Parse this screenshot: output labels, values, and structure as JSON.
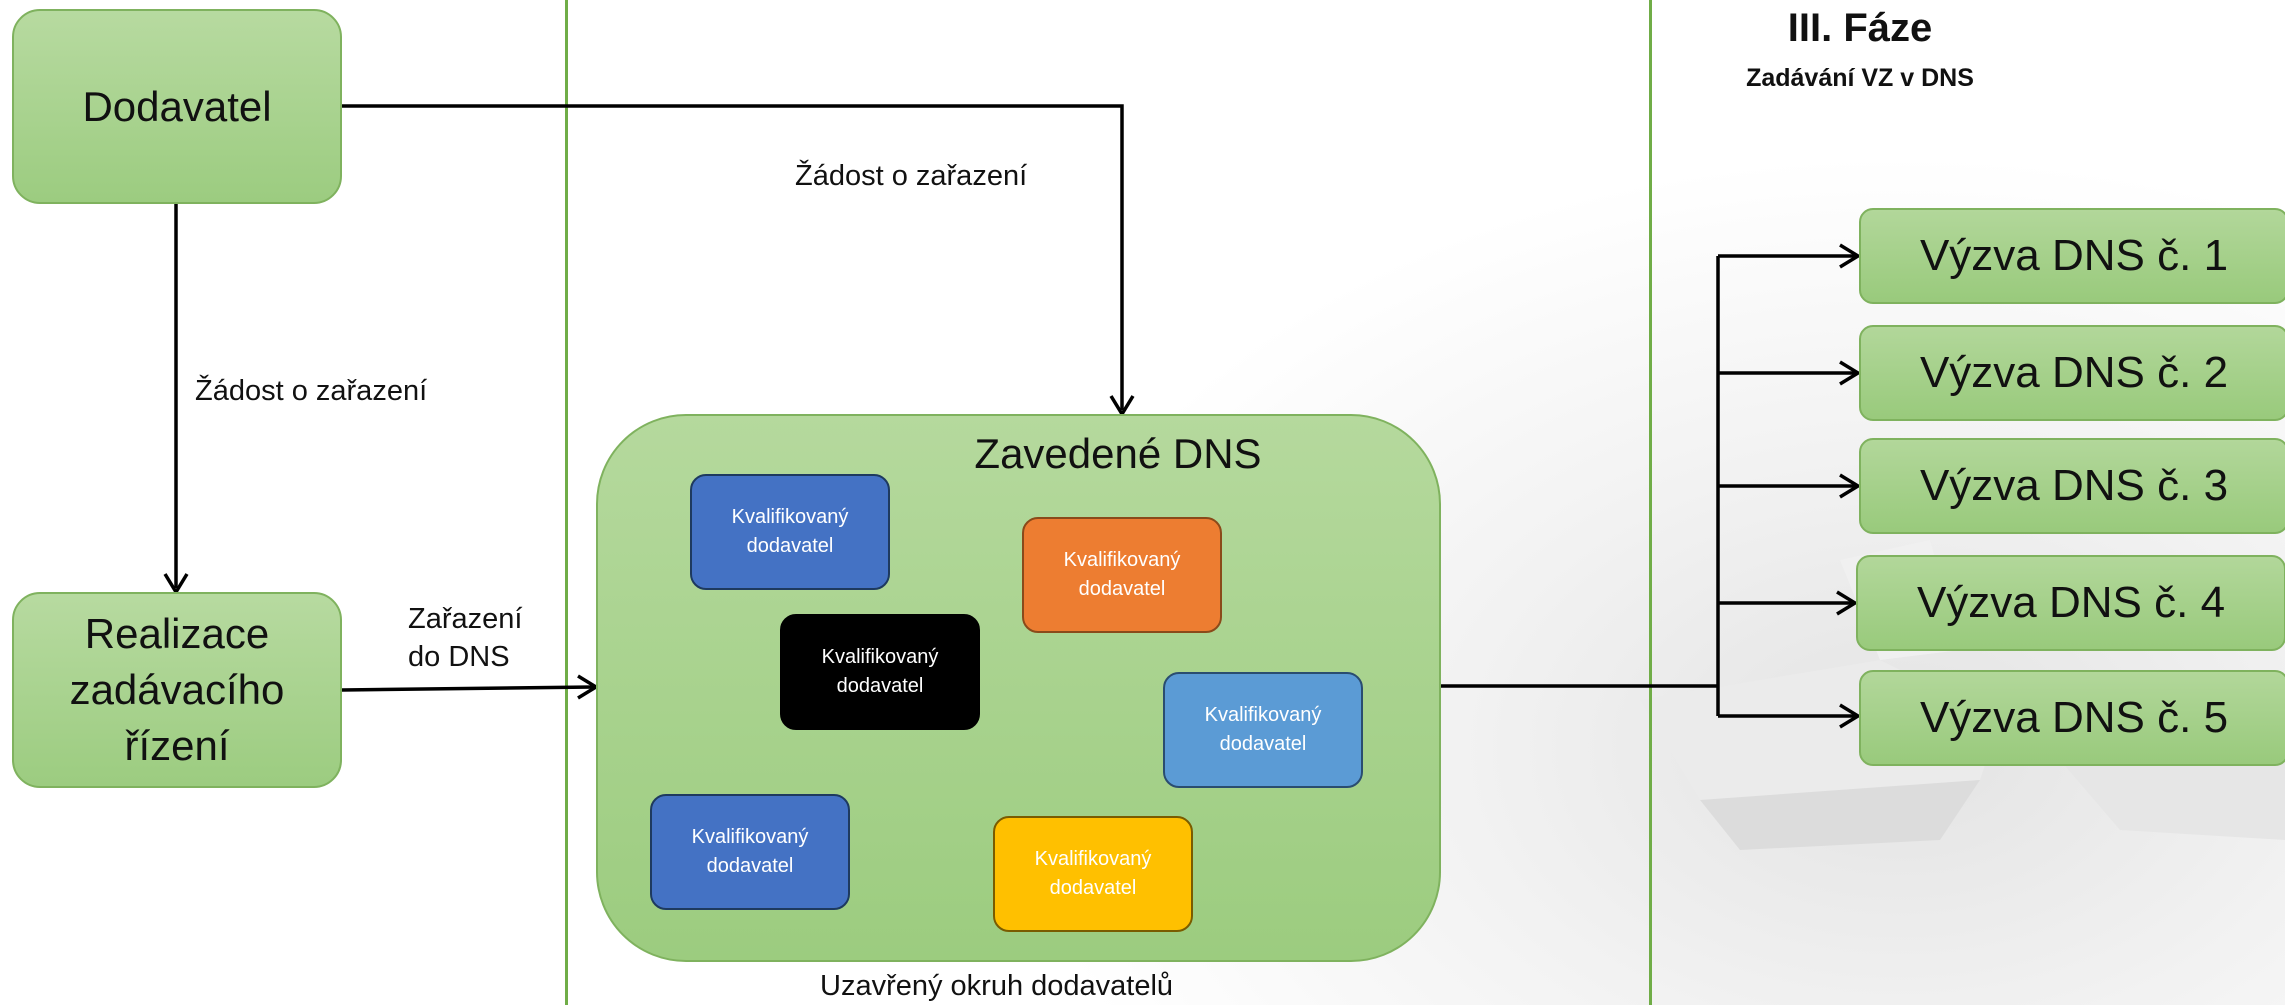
{
  "nodes": {
    "dodavatel": "Dodavatel",
    "realizace": [
      "Realizace",
      "zadávacího",
      "řízení"
    ],
    "dns_title": "Zavedené DNS"
  },
  "qualified": {
    "line1": "Kvalifikovaný",
    "line2": "dodavatel"
  },
  "labels": {
    "request_top": "Žádost o zařazení",
    "request_left": "Žádost o zařazení",
    "inclusion": [
      "Zařazení",
      "do DNS"
    ],
    "closed_circle": "Uzavřený okruh dodavatelů"
  },
  "phase": {
    "title": "III. Fáze",
    "subtitle": "Zadávání VZ v DNS"
  },
  "calls": [
    "Výzva DNS č. 1",
    "Výzva DNS č. 2",
    "Výzva DNS č. 3",
    "Výzva DNS č. 4",
    "Výzva DNS č. 5"
  ],
  "colors": {
    "divider": "#70ad47",
    "box_green": "#a9d18e",
    "qualified_blue": "#4472c4",
    "qualified_orange": "#ed7d31",
    "qualified_black": "#000000",
    "qualified_lightblue": "#5b9bd5",
    "qualified_yellow": "#ffc000"
  }
}
